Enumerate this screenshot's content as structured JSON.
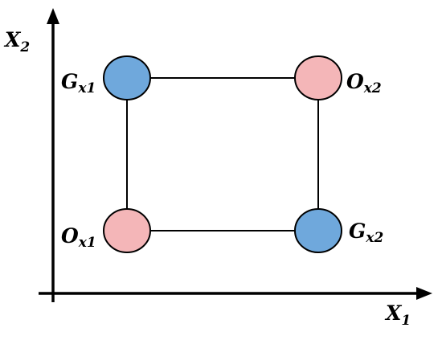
{
  "axes": {
    "x_label": {
      "main": "X",
      "sub": "1"
    },
    "y_label": {
      "main": "X",
      "sub": "2"
    }
  },
  "nodes": {
    "g1": {
      "main": "G",
      "sub": "x1",
      "color": "#6fa8dc"
    },
    "o2": {
      "main": "O",
      "sub": "x2",
      "color": "#f4b6b8"
    },
    "o1": {
      "main": "O",
      "sub": "x1",
      "color": "#f4b6b8"
    },
    "g2": {
      "main": "G",
      "sub": "x2",
      "color": "#6fa8dc"
    }
  }
}
